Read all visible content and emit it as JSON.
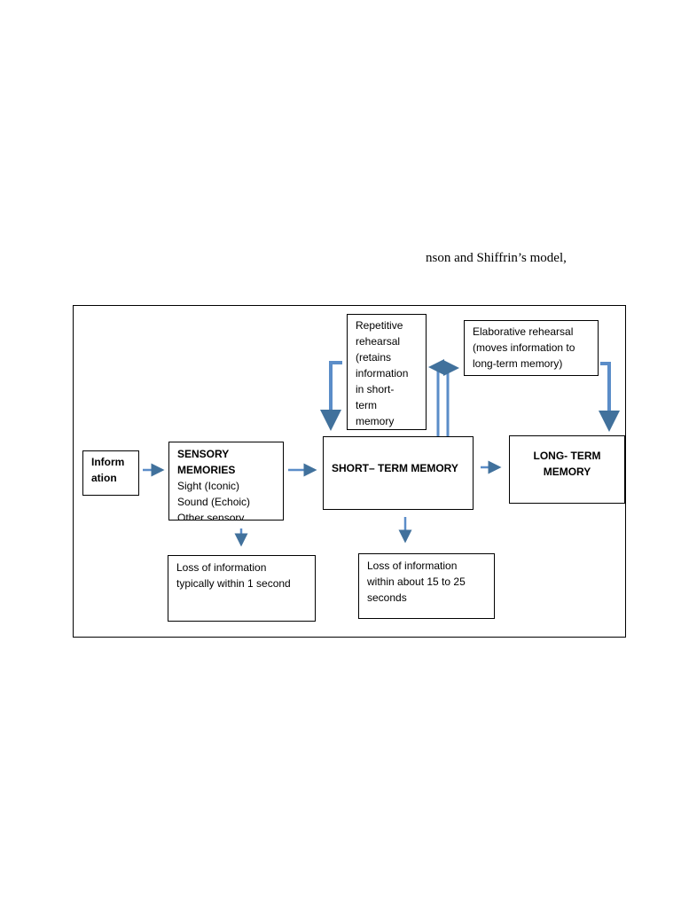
{
  "caption": "nson and Shiffrin’s model,",
  "colors": {
    "arrow_fill": "#5b8dc8",
    "arrow_stroke": "#41719c",
    "border": "#000000"
  },
  "boxes": {
    "information": {
      "lines": [
        "Inform",
        "ation"
      ]
    },
    "sensory": {
      "title": "SENSORY",
      "title2": "MEMORIES",
      "lines": [
        "Sight (Iconic)",
        "Sound (Echoic)",
        "Other sensory"
      ]
    },
    "short_term": {
      "title": "SHORT– TERM MEMORY"
    },
    "long_term": {
      "lines": [
        "LONG- TERM",
        "MEMORY"
      ]
    },
    "repetitive": {
      "lines": [
        "Repetitive",
        "rehearsal",
        "(retains",
        "information",
        "in short-",
        "term",
        "memory"
      ]
    },
    "elaborative": {
      "lines": [
        "Elaborative rehearsal",
        "(moves information to",
        "long-term memory)"
      ]
    },
    "loss_sensory": {
      "lines": [
        "Loss of information",
        "typically within 1 second"
      ]
    },
    "loss_short": {
      "lines": [
        "Loss of information",
        "within about 15 to 25",
        "seconds"
      ]
    }
  }
}
